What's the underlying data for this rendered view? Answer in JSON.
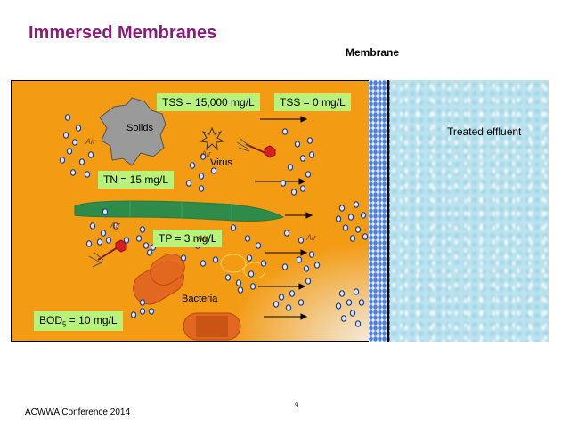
{
  "title": "Immersed Membranes",
  "membrane_label": "Membrane",
  "labels": {
    "tss_in": "TSS = 15,000 mg/L",
    "tss_out": "TSS = 0 mg/L",
    "tn": "TN = 15 mg/L",
    "tp": "TP = 3 mg/L",
    "bod": "BOD",
    "bod_sub": "5",
    "bod_value": " = 10 mg/L"
  },
  "diagram_text": {
    "solids": "Solids",
    "virus": "Virus",
    "bacteria": "Bacteria",
    "air": "Air",
    "treated_effluent": "Treated effluent"
  },
  "footer": {
    "conference": "ACWWA Conference 2014",
    "page_number": "9"
  },
  "colors": {
    "title": "#8b1a7a",
    "tank": "#f39b12",
    "label_bg": "#b9f27a",
    "membrane_dots": "#4f7fd6",
    "effluent": "#bde3ee",
    "particle_fill": "#dfe6f3",
    "particle_stroke": "#1f3f8f",
    "green_filament": "#2e8b4a",
    "solids": "#9a9a9a",
    "bacteria": "#e2671f",
    "virus_head": "#d81e1e"
  }
}
